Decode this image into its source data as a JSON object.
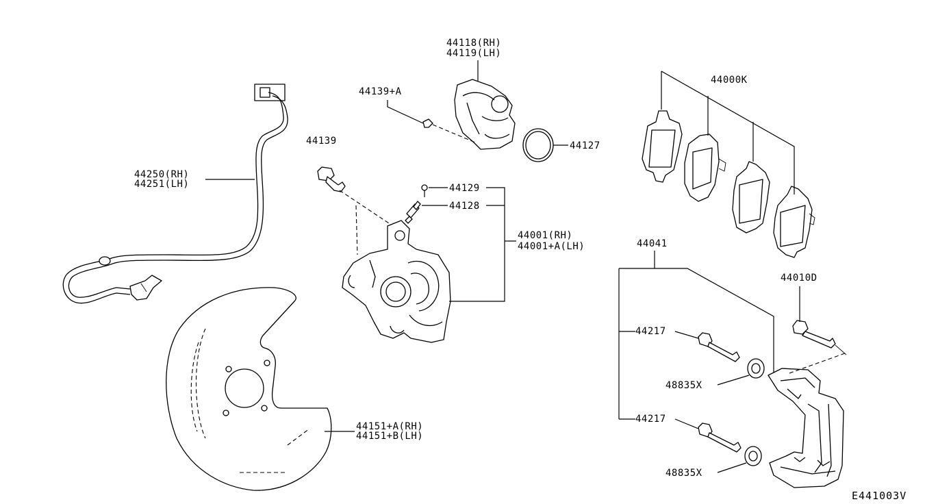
{
  "diagram_code": "E441003V",
  "labels": {
    "sensor_rh": "44250(RH)",
    "sensor_lh": "44251(LH)",
    "bolt_44139": "44139",
    "cap_44139a": "44139+A",
    "piston_rh": "44118(RH)",
    "piston_lh": "44119(LH)",
    "seal_44127": "44127",
    "bleeder_cap": "44129",
    "bleeder_screw": "44128",
    "caliper_rh": "44001(RH)",
    "caliper_lh": "44001+A(LH)",
    "pad_kit": "44000K",
    "bracket_assy": "44041",
    "bracket_bolt": "44010D",
    "pin_bolt_upper": "44217",
    "boot_upper": "48835X",
    "pin_bolt_lower": "44217",
    "boot_lower": "48835X",
    "plate_rh": "44151+A(RH)",
    "plate_lh": "44151+B(LH)"
  }
}
